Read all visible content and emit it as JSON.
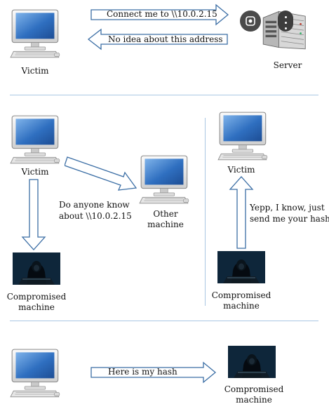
{
  "labels": {
    "victim_top": "Victim",
    "server": "Server",
    "victim_mid": "Victim",
    "other_machine_1": "Other",
    "other_machine_2": "machine",
    "compromised_left_1": "Compromised",
    "compromised_left_2": "machine",
    "victim_right": "Victim",
    "compromised_right_1": "Compromised",
    "compromised_right_2": "machine",
    "compromised_bottom_1": "Compromised",
    "compromised_bottom_2": "machine"
  },
  "messages": {
    "connect": "Connect me to \\\\10.0.2.15",
    "no_idea": "No idea about this address",
    "ask_1": "Do anyone know",
    "ask_2": "about \\\\10.0.2.15",
    "reply_1": "Yepp, I know, just",
    "reply_2": "send me your hash",
    "hash": "Here is my hash"
  },
  "overlay_icons": [
    "lens-icon",
    "more-options-icon"
  ],
  "colors": {
    "arrow_stroke": "#3b6ea5",
    "divider": "#a9c7e3",
    "screen": "#2f6fc0",
    "hacker_bg": "#0b2030"
  }
}
